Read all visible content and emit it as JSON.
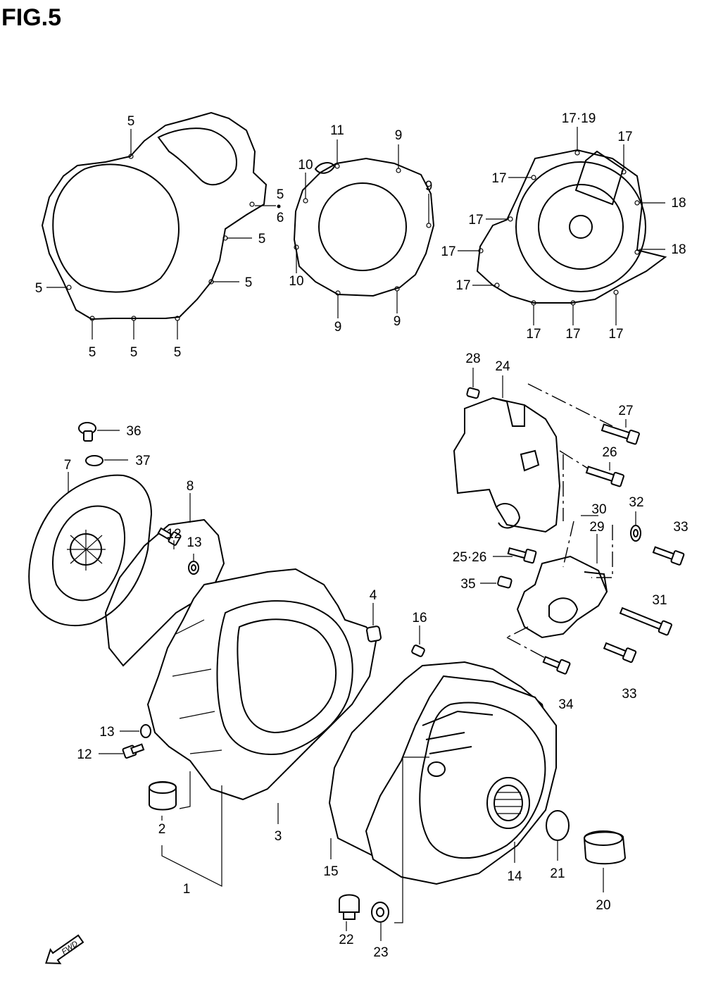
{
  "figure_title": "FIG.5",
  "fwd_label": "FWD",
  "labels": {
    "l_5a": "5",
    "l_5b": "5",
    "l_5c": "5",
    "l_5d": "5",
    "l_5e": "5",
    "l_5f": "5",
    "l_5g": "5",
    "l_5h": "5",
    "l_6": "6",
    "l_11": "11",
    "l_9a": "9",
    "l_9b": "9",
    "l_9c": "9",
    "l_9d": "9",
    "l_10a": "10",
    "l_10b": "10",
    "l_1719": "17·19",
    "l_17a": "17",
    "l_17b": "17",
    "l_17c": "17",
    "l_17d": "17",
    "l_17e": "17",
    "l_17f": "17",
    "l_17g": "17",
    "l_17h": "17",
    "l_18a": "18",
    "l_18b": "18",
    "l_28": "28",
    "l_24": "24",
    "l_27": "27",
    "l_26": "26",
    "l_30": "30",
    "l_32": "32",
    "l_33a": "33",
    "l_29": "29",
    "l_2526": "25·26",
    "l_35": "35",
    "l_31": "31",
    "l_33b": "33",
    "l_34": "34",
    "l_36": "36",
    "l_37": "37",
    "l_7": "7",
    "l_8": "8",
    "l_12a": "12",
    "l_13a": "13",
    "l_4": "4",
    "l_16": "16",
    "l_13b": "13",
    "l_12b": "12",
    "l_2": "2",
    "l_3": "3",
    "l_1": "1",
    "l_15": "15",
    "l_14": "14",
    "l_21": "21",
    "l_20": "20",
    "l_22": "22",
    "l_23": "23"
  }
}
